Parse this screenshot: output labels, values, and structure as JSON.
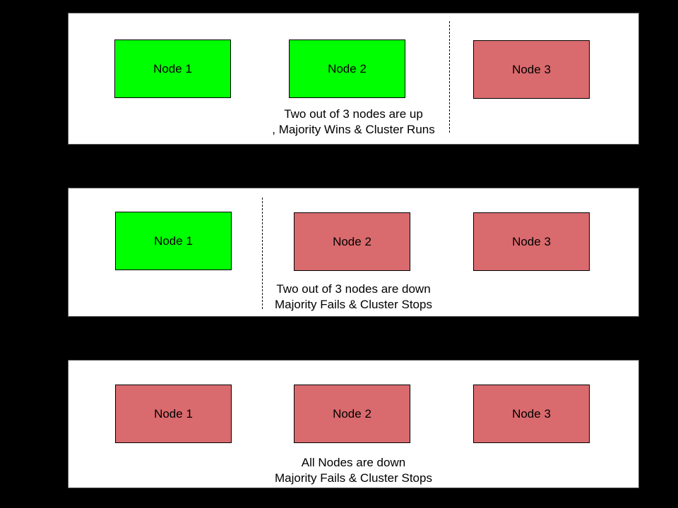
{
  "title_semantic": "cluster-quorum-majority-diagram",
  "colors": {
    "background": "#000000",
    "panel_background": "#ffffff",
    "panel_border": "#595959",
    "node_border": "#000000",
    "node_up": "#00ff00",
    "node_down": "#d96a6d",
    "divider": "#000000",
    "text": "#000000"
  },
  "panels": [
    {
      "id": "two-nodes-up",
      "nodes": [
        {
          "label": "Node 1",
          "state": "up"
        },
        {
          "label": "Node 2",
          "state": "up"
        },
        {
          "label": "Node 3",
          "state": "down"
        }
      ],
      "caption_line1": "Two out of 3 nodes are up",
      "caption_line2": ", Majority Wins & Cluster Runs",
      "divider_position": "between Node 2 and Node 3"
    },
    {
      "id": "two-nodes-down",
      "nodes": [
        {
          "label": "Node 1",
          "state": "up"
        },
        {
          "label": "Node 2",
          "state": "down"
        },
        {
          "label": "Node 3",
          "state": "down"
        }
      ],
      "caption_line1": "Two out of 3 nodes are down",
      "caption_line2": "Majority Fails & Cluster Stops",
      "divider_position": "between Node 1 and Node 2"
    },
    {
      "id": "all-nodes-down",
      "nodes": [
        {
          "label": "Node 1",
          "state": "down"
        },
        {
          "label": "Node 2",
          "state": "down"
        },
        {
          "label": "Node 3",
          "state": "down"
        }
      ],
      "caption_line1": "All Nodes are down",
      "caption_line2": "Majority Fails & Cluster Stops",
      "divider_position": "none"
    }
  ]
}
